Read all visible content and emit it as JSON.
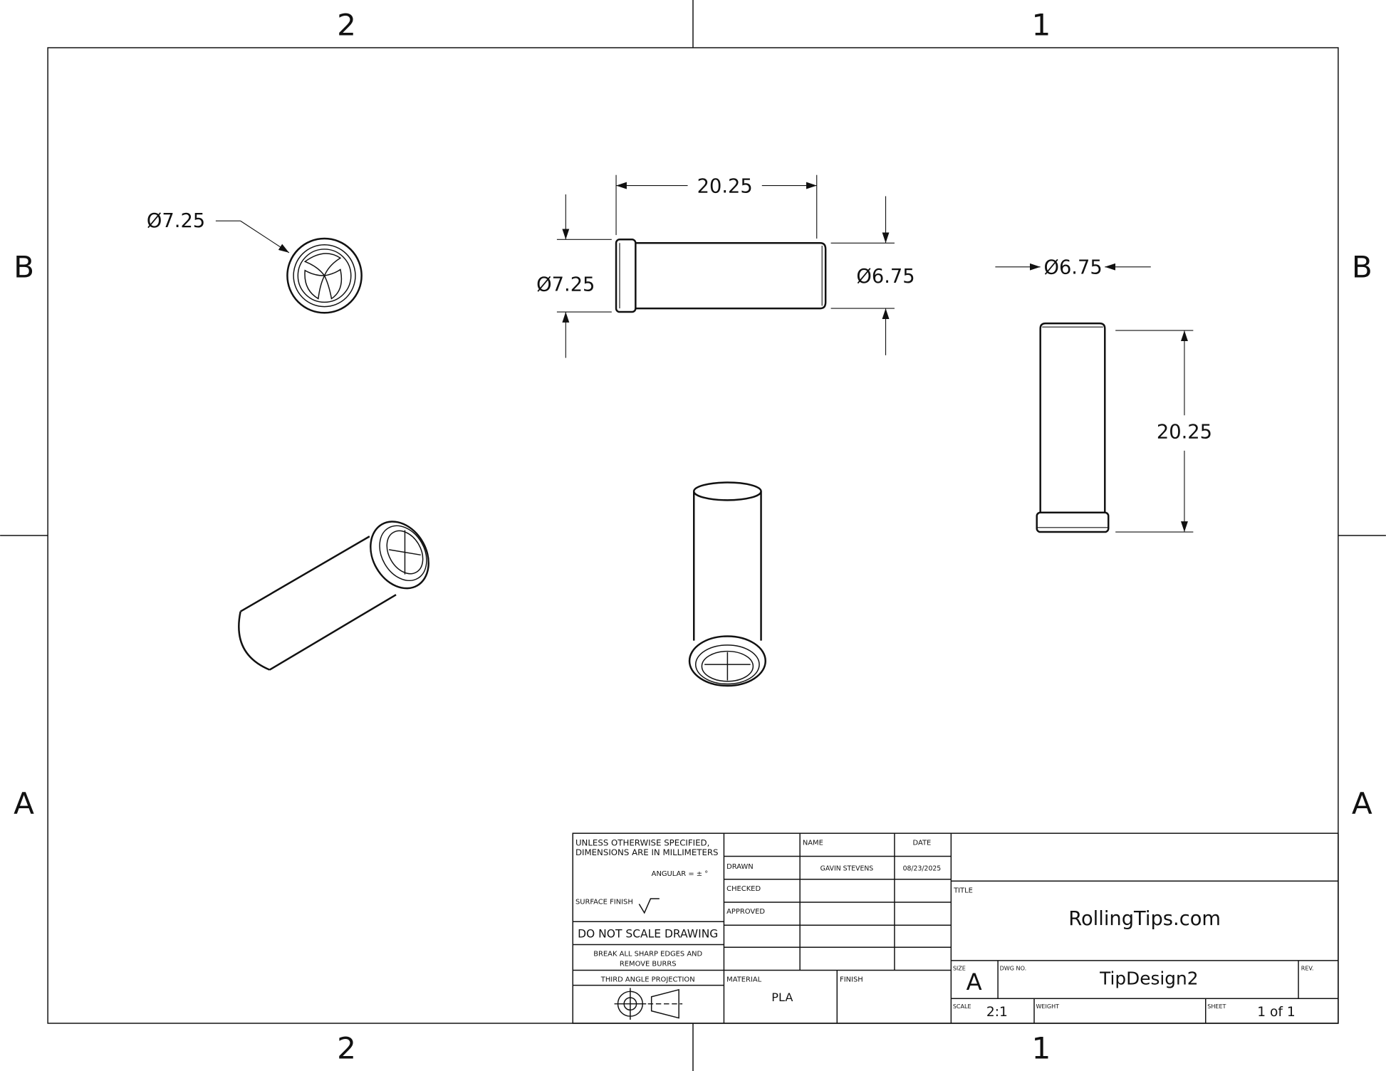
{
  "zones": {
    "top": [
      "2",
      "1"
    ],
    "side": [
      "B",
      "A"
    ]
  },
  "dimensions": {
    "front_dia_label": "Ø7.25",
    "side_length": "20.25",
    "side_dia_left": "Ø7.25",
    "side_dia_right": "Ø6.75",
    "top_dia": "Ø6.75",
    "top_length": "20.25"
  },
  "title_block": {
    "tolerance_note_1": "UNLESS OTHERWISE SPECIFIED,",
    "tolerance_note_2": "DIMENSIONS ARE IN MILLIMETERS",
    "angular": "ANGULAR = ± °",
    "surface_finish": "SURFACE FINISH",
    "do_not_scale": "DO NOT SCALE DRAWING",
    "break_edges_1": "BREAK ALL SHARP EDGES AND",
    "break_edges_2": "REMOVE BURRS",
    "projection": "THIRD ANGLE PROJECTION",
    "name_header": "NAME",
    "date_header": "DATE",
    "drawn_label": "DRAWN",
    "drawn_name": "GAVIN STEVENS",
    "drawn_date": "08/23/2025",
    "checked_label": "CHECKED",
    "approved_label": "APPROVED",
    "material_label": "MATERIAL",
    "material_value": "PLA",
    "finish_label": "FINISH",
    "title_label": "TITLE",
    "title_value": "RollingTips.com",
    "size_label": "SIZE",
    "size_value": "A",
    "dwg_no_label": "DWG NO.",
    "dwg_no_value": "TipDesign2",
    "rev_label": "REV.",
    "scale_label": "SCALE",
    "scale_value": "2:1",
    "weight_label": "WEIGHT",
    "sheet_label": "SHEET",
    "sheet_value": "1 of 1"
  }
}
